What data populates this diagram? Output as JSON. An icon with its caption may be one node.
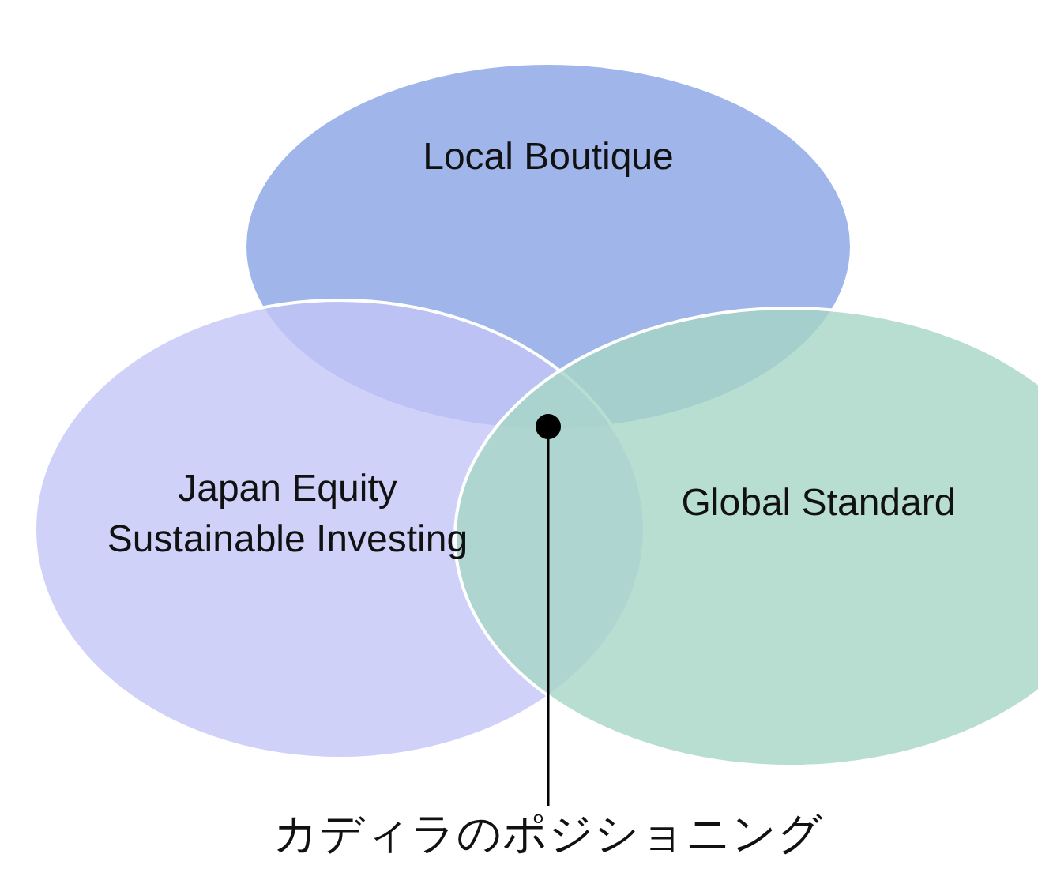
{
  "diagram": {
    "nodes": [
      {
        "text": [
          "Local Boutique"
        ]
      },
      {
        "text": [
          "Japan Equity Sustainable Investing"
        ]
      },
      {
        "text": [
          "Global Standard"
        ]
      },
      {
        "text": [],
        "shape": "circle"
      },
      {
        "text": [
          "カディラのポジショニング"
        ]
      }
    ],
    "edges": [
      {
        "from": 4,
        "to": 3,
        "arrow": "none"
      }
    ]
  }
}
